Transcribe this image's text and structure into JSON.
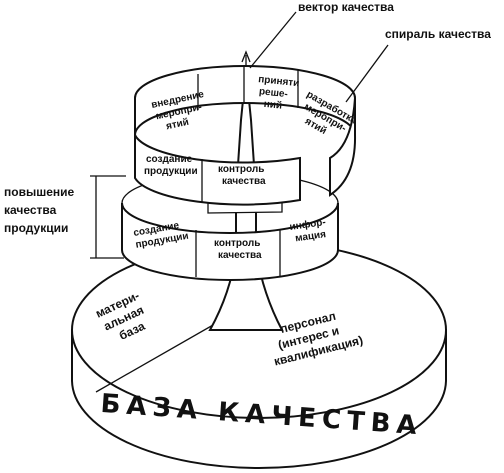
{
  "labels": {
    "quality_vector": "вектор качества",
    "quality_spiral": "спираль качества",
    "quality_improvement": [
      "повышение",
      "качества",
      "продукции"
    ]
  },
  "upper_ring": {
    "cell_implementation": [
      "внедрение",
      "меропри-",
      "ятий"
    ],
    "cell_decision": [
      "приняти",
      "реше-",
      "ний"
    ],
    "cell_development": [
      "разработка",
      "меропри-",
      "ятий"
    ],
    "cell_creation": [
      "создание",
      "продукции"
    ],
    "cell_control": [
      "контроль",
      "качества"
    ]
  },
  "lower_ring": {
    "cell_creation": [
      "создание",
      "продукции"
    ],
    "cell_control": [
      "контроль",
      "качества"
    ],
    "cell_information": [
      "инфор-",
      "мация"
    ]
  },
  "base": {
    "material_base": [
      "матери-",
      "альная",
      "база"
    ],
    "personnel": [
      "персонал",
      "(интерес и",
      "квалификация)"
    ],
    "title": "БАЗА КАЧЕСТВА"
  }
}
